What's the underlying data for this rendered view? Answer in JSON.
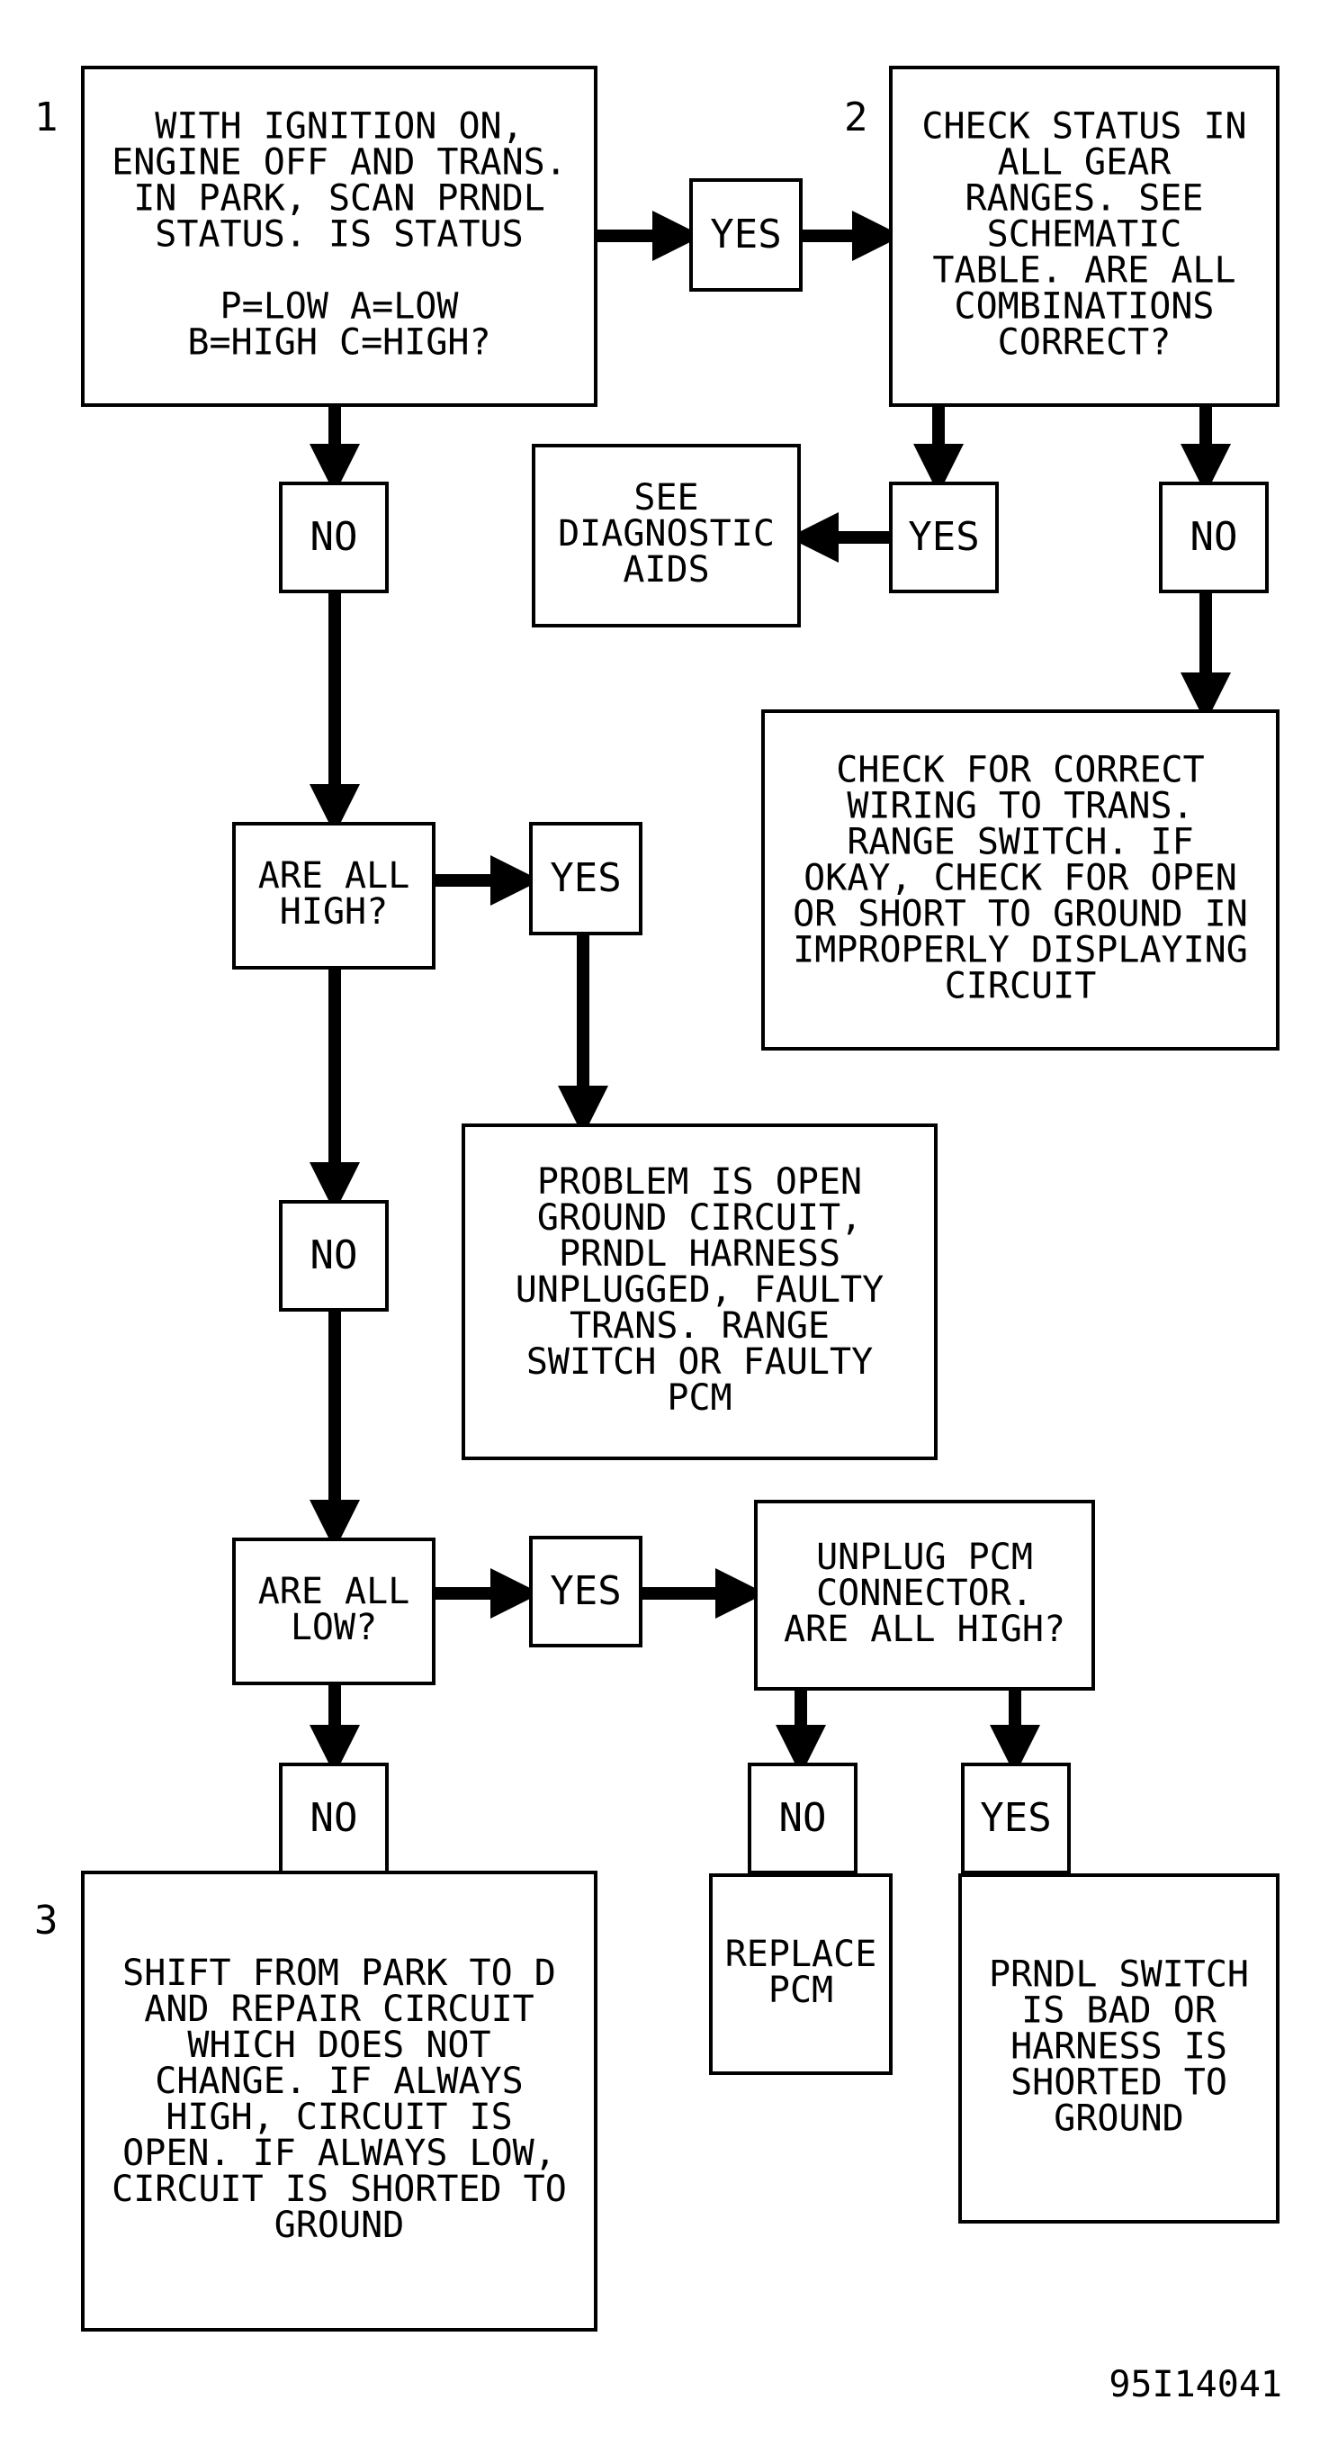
{
  "steps": [
    {
      "id": "s1",
      "number": "1",
      "lines": [
        "WITH IGNITION ON,",
        "ENGINE OFF AND TRANS.",
        "IN PARK, SCAN PRNDL",
        "STATUS. IS STATUS",
        "",
        "P=LOW A=LOW",
        "B=HIGH C=HIGH?"
      ]
    },
    {
      "id": "s2",
      "number": "2",
      "lines": [
        "CHECK STATUS IN",
        "ALL GEAR",
        "RANGES. SEE",
        "SCHEMATIC",
        "TABLE. ARE ALL",
        "COMBINATIONS",
        "CORRECT?"
      ]
    },
    {
      "id": "diag",
      "lines": [
        "SEE",
        "DIAGNOSTIC",
        "AIDS"
      ]
    },
    {
      "id": "wiring",
      "lines": [
        "CHECK FOR CORRECT",
        "WIRING TO TRANS.",
        "RANGE SWITCH. IF",
        "OKAY, CHECK FOR OPEN",
        "OR SHORT TO GROUND IN",
        "IMPROPERLY DISPLAYING",
        "CIRCUIT"
      ]
    },
    {
      "id": "allhigh",
      "lines": [
        "ARE ALL",
        "HIGH?"
      ]
    },
    {
      "id": "problem",
      "lines": [
        "PROBLEM IS OPEN",
        "GROUND CIRCUIT,",
        "PRNDL HARNESS",
        "UNPLUGGED, FAULTY",
        "TRANS. RANGE",
        "SWITCH OR FAULTY",
        "PCM"
      ]
    },
    {
      "id": "alllow",
      "lines": [
        "ARE ALL",
        "LOW?"
      ]
    },
    {
      "id": "unplug",
      "lines": [
        "UNPLUG PCM",
        "CONNECTOR.",
        "ARE ALL HIGH?"
      ]
    },
    {
      "id": "s3",
      "number": "3",
      "lines": [
        "SHIFT FROM PARK TO D",
        "AND REPAIR CIRCUIT",
        "WHICH DOES NOT",
        "CHANGE. IF ALWAYS",
        "HIGH, CIRCUIT IS",
        "OPEN. IF ALWAYS LOW,",
        "CIRCUIT IS SHORTED TO",
        "GROUND"
      ]
    },
    {
      "id": "replace",
      "lines": [
        "REPLACE",
        "PCM"
      ]
    },
    {
      "id": "prndlbad",
      "lines": [
        "PRNDL SWITCH",
        "IS BAD OR",
        "HARNESS IS",
        "SHORTED TO",
        "GROUND"
      ]
    }
  ],
  "decisions": [
    {
      "id": "yes1",
      "label": "YES"
    },
    {
      "id": "no1",
      "label": "NO"
    },
    {
      "id": "yes2",
      "label": "YES"
    },
    {
      "id": "no2",
      "label": "NO"
    },
    {
      "id": "yes3",
      "label": "YES"
    },
    {
      "id": "no3",
      "label": "NO"
    },
    {
      "id": "yes4",
      "label": "YES"
    },
    {
      "id": "no4",
      "label": "NO"
    },
    {
      "id": "no5",
      "label": "NO"
    },
    {
      "id": "yes5",
      "label": "YES"
    }
  ],
  "figure_code": "95I14041"
}
